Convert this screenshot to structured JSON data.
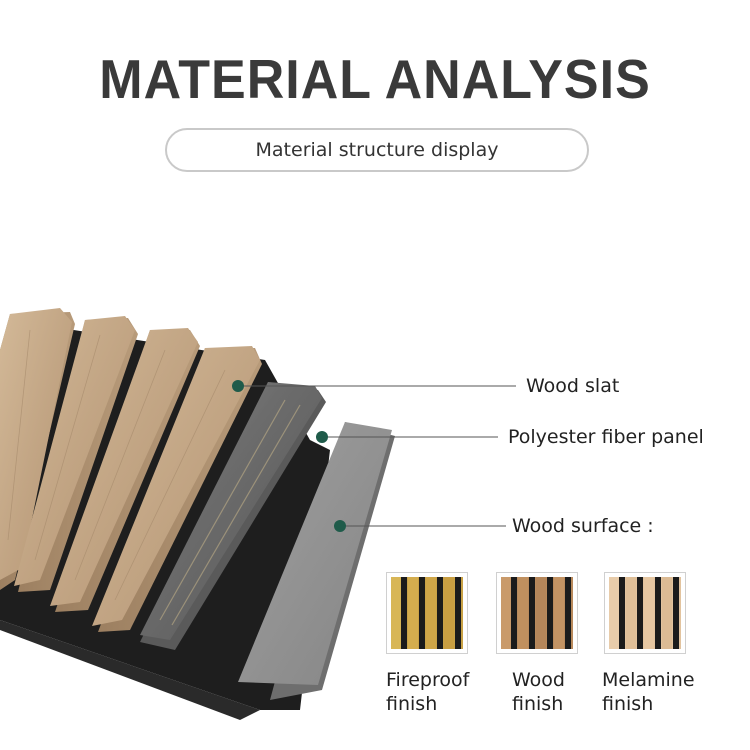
{
  "header": {
    "title": "MATERIAL ANALYSIS",
    "subtitle": "Material structure display"
  },
  "callouts": [
    {
      "label": "Wood slat"
    },
    {
      "label": "Polyester fiber panel"
    },
    {
      "label": "Wood surface :"
    }
  ],
  "finishes": [
    {
      "line1": "Fireproof",
      "line2": "finish"
    },
    {
      "line1": "Wood",
      "line2": "finish"
    },
    {
      "line1": "Melamine",
      "line2": "finish"
    }
  ],
  "colors": {
    "accent_dot": "#1f5b4a",
    "wood_light": "#c9ae8e",
    "wood_dark": "#a88b6a",
    "felt_black": "#1e1e1e",
    "gray_slat": "#7a7a7a",
    "gray_surface": "#8d8d8d"
  }
}
